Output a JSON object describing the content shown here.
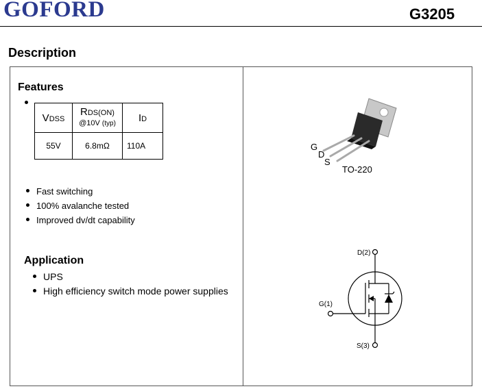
{
  "header": {
    "brand": "GOFORD",
    "part_number": "G3205"
  },
  "section_title": "Description",
  "features": {
    "title": "Features",
    "spec_table": {
      "headers": {
        "vdss": {
          "main": "V",
          "sub": "DSS"
        },
        "rds": {
          "main": "R",
          "sub": "DS(ON)",
          "cond": "@10V",
          "cond_note": "(typ)"
        },
        "id": {
          "main": "I",
          "sub": "D"
        }
      },
      "values": {
        "vdss": "55V",
        "rds": "6.8mΩ",
        "id": "110A"
      }
    },
    "items": [
      "Fast switching",
      "100% avalanche tested",
      "Improved dv/dt capability"
    ]
  },
  "application": {
    "title": "Application",
    "items": [
      "UPS",
      "High efficiency switch mode power supplies"
    ]
  },
  "package": {
    "name": "TO-220",
    "pin_labels": {
      "g": "G",
      "d": "D",
      "s": "S"
    }
  },
  "symbol": {
    "drain_label": "D(2)",
    "gate_label": "G(1)",
    "source_label": "S(3)"
  },
  "colors": {
    "brand": "#2b3a8f"
  }
}
